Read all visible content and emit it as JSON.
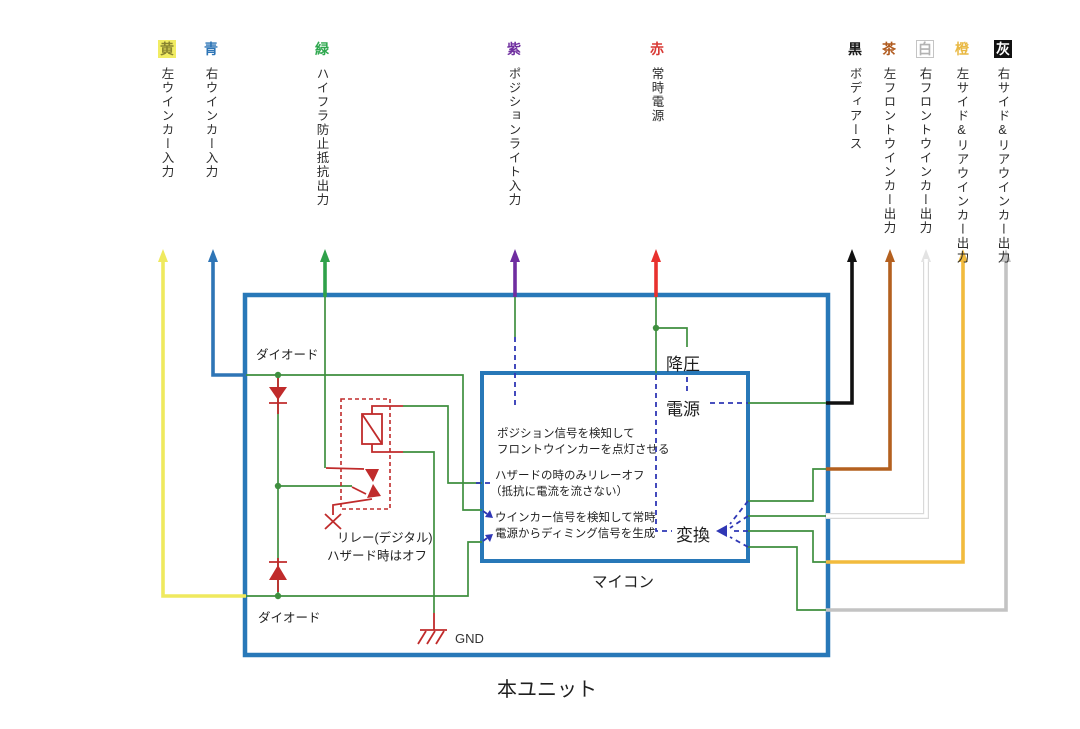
{
  "unit_label": "本ユニット",
  "micro_label": "マイコン",
  "gnd_label": "GND",
  "diode_label_top": "ダイオード",
  "diode_label_bottom": "ダイオード",
  "relay_label_line1": "リレー(デジタル)",
  "relay_label_line2": "ハザード時はオフ",
  "micro_blocks": {
    "stepdown": "降圧",
    "power": "電源",
    "convert": "変換",
    "note_position_1": "ポジション信号を検知して",
    "note_position_2": "フロントウインカーを点灯させる",
    "note_hazard_1": "ハザードの時のみリレーオフ",
    "note_hazard_2": "（抵抗に電流を流さない）",
    "note_winker_1": "ウインカー信号を検知して常時",
    "note_winker_2": "電源からディミング信号を生成"
  },
  "top_labels": [
    {
      "kanji": "黄",
      "label": "左ウインカー入力",
      "chip_style": "color:#8a8530;background:#f1ec63"
    },
    {
      "kanji": "青",
      "label": "右ウインカー入力",
      "chip_style": "color:#2e75b6"
    },
    {
      "kanji": "緑",
      "label": "ハイフラ防止抵抗出力",
      "chip_style": "color:#2fa84f"
    },
    {
      "kanji": "紫",
      "label": "ポジションライト入力",
      "chip_style": "color:#7030a0"
    },
    {
      "kanji": "赤",
      "label": "常時電源",
      "chip_style": "color:#d93a36"
    },
    {
      "kanji": "黒",
      "label": "ボディアース",
      "chip_style": "color:#1a1a1a"
    },
    {
      "kanji": "茶",
      "label": "左フロントウインカー出力",
      "chip_style": "color:#b05a1e"
    },
    {
      "kanji": "白",
      "label": "右フロントウインカー出力",
      "chip_style": "color:#b3b3b3;background:#ffffff;border:1px solid #c4c4c4;width:16px;height:16px;line-height:16px"
    },
    {
      "kanji": "橙",
      "label": "左サイド&リアウインカー出力",
      "chip_style": "color:#e9b944"
    },
    {
      "kanji": "灰",
      "label": "右サイド&リアウインカー出力",
      "chip_style": "color:#ffffff;background:#111111"
    }
  ],
  "wire_colors": {
    "yellow": "#efe95e",
    "blue": "#2e75b6",
    "green": "#2fa14a",
    "purple": "#6f2da0",
    "red": "#e8312e",
    "black": "#111111",
    "brown": "#b4601f",
    "white": "#ffffff",
    "white_edge": "#d9d9d9",
    "orange": "#f2bb3d",
    "gray": "#c3c3c3"
  },
  "colors": {
    "box_border": "#2878b8",
    "wire_green": "#3f8f3f",
    "comp_red": "#c02b2b",
    "sig_blue": "#2f37b5",
    "ink": "#222222"
  }
}
